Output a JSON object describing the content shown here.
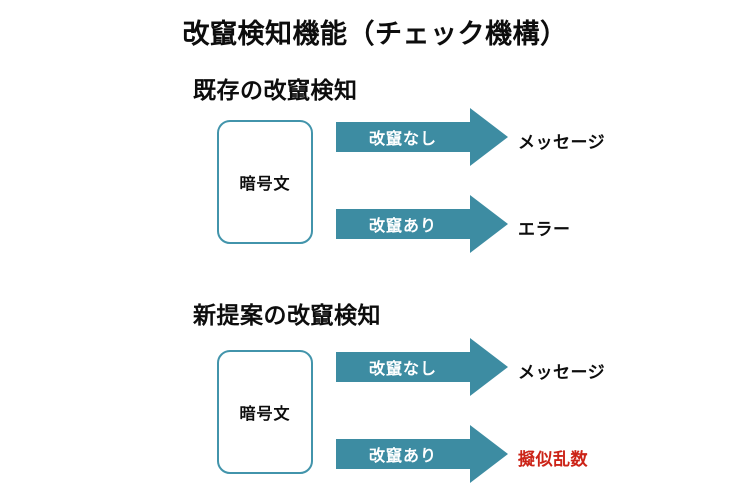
{
  "slide": {
    "title": "改竄検知機能（チェック機構）",
    "background": "#ffffff",
    "accent_teal": "#3d8ca2",
    "box_border_teal": "#4294ab",
    "alert_red": "#cc2418",
    "text_black": "#0d0d0d"
  },
  "sections": [
    {
      "id": "existing",
      "title": "既存の改竄検知",
      "source": {
        "label": "暗号文"
      },
      "flows": [
        {
          "arrow_label": "改竄なし",
          "output_label": "メッセージ",
          "output_style": "normal"
        },
        {
          "arrow_label": "改竄あり",
          "output_label": "エラー",
          "output_style": "normal"
        }
      ]
    },
    {
      "id": "proposed",
      "title": "新提案の改竄検知",
      "source": {
        "label": "暗号文"
      },
      "flows": [
        {
          "arrow_label": "改竄なし",
          "output_label": "メッセージ",
          "output_style": "normal"
        },
        {
          "arrow_label": "改竄あり",
          "output_label": "擬似乱数",
          "output_style": "alert"
        }
      ]
    }
  ]
}
